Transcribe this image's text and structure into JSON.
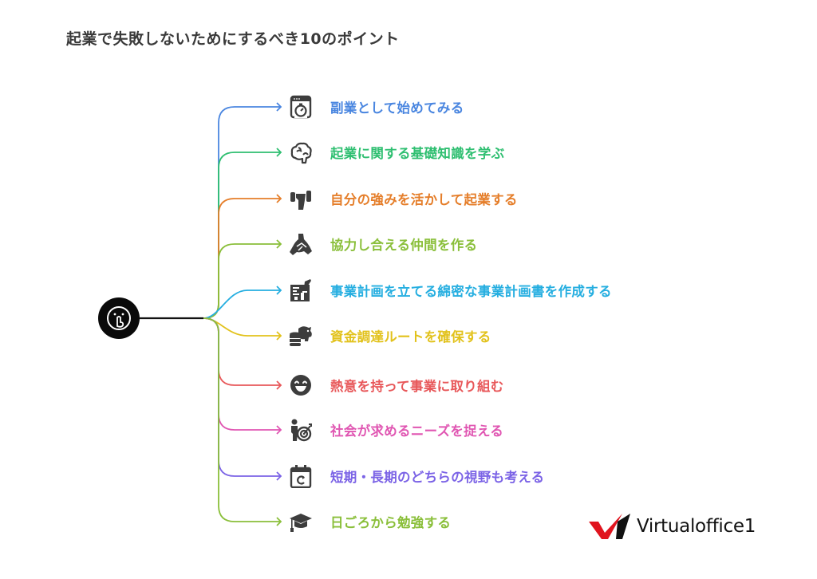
{
  "title": "起業で失敗しないためにするべき10のポイント",
  "root": {
    "icon": "shush-face-icon"
  },
  "items": [
    {
      "label": "副業として始めてみる",
      "color": "#4a86e0",
      "icon": "stopwatch-browser-icon"
    },
    {
      "label": "起業に関する基礎知識を学ぶ",
      "color": "#2fbf71",
      "icon": "brain-icon"
    },
    {
      "label": "自分の強みを活かして起業する",
      "color": "#e57e2a",
      "icon": "strength-dumbbell-icon"
    },
    {
      "label": "協力し合える仲間を作る",
      "color": "#8abf3a",
      "icon": "team-hands-icon"
    },
    {
      "label": "事業計画を立てる綿密な事業計画書を作成する",
      "color": "#25aee0",
      "icon": "business-plan-icon"
    },
    {
      "label": "資金調達ルートを確保する",
      "color": "#e2c21c",
      "icon": "piggy-bank-coins-icon"
    },
    {
      "label": "熱意を持って事業に取り組む",
      "color": "#e8585a",
      "icon": "smiling-face-icon"
    },
    {
      "label": "社会が求めるニーズを捉える",
      "color": "#e056b2",
      "icon": "person-target-icon"
    },
    {
      "label": "短期・長期のどちらの視野も考える",
      "color": "#7b63e6",
      "icon": "calendar-refresh-icon"
    },
    {
      "label": "日ごろから勉強する",
      "color": "#8abf3a",
      "icon": "graduation-cap-icon"
    }
  ],
  "logo": {
    "text": "Virtualoffice1",
    "accent": "#e0141e"
  }
}
